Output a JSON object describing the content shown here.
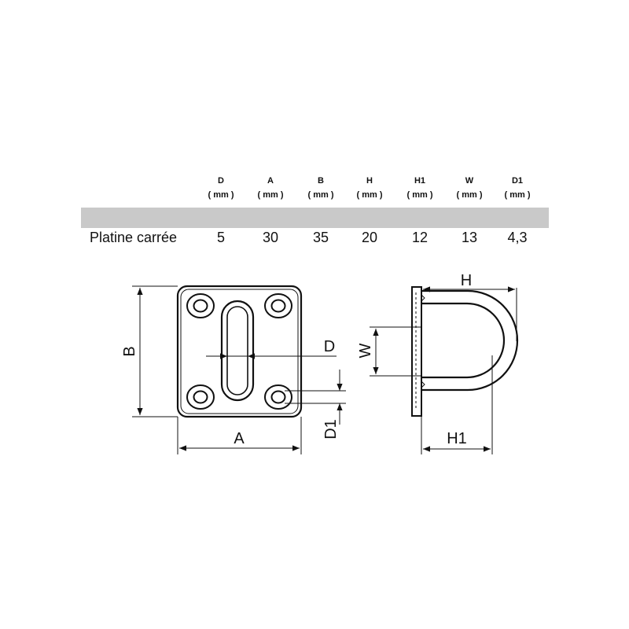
{
  "table": {
    "columns": [
      {
        "key": "D",
        "label": "D",
        "unit": "( mm )"
      },
      {
        "key": "A",
        "label": "A",
        "unit": "( mm )"
      },
      {
        "key": "B",
        "label": "B",
        "unit": "( mm )"
      },
      {
        "key": "H",
        "label": "H",
        "unit": "( mm )"
      },
      {
        "key": "H1",
        "label": "H1",
        "unit": "( mm )"
      },
      {
        "key": "W",
        "label": "W",
        "unit": "( mm )"
      },
      {
        "key": "D1",
        "label": "D1",
        "unit": "( mm )"
      }
    ],
    "rows": [
      {
        "label": "Platine carrée",
        "values": [
          "5",
          "30",
          "35",
          "20",
          "12",
          "13",
          "4,3"
        ]
      }
    ]
  },
  "drawing": {
    "front_view": {
      "dims": {
        "A": "A",
        "B": "B",
        "D": "D",
        "D1": "D1"
      }
    },
    "side_view": {
      "dims": {
        "H": "H",
        "H1": "H1",
        "W": "W"
      }
    }
  }
}
